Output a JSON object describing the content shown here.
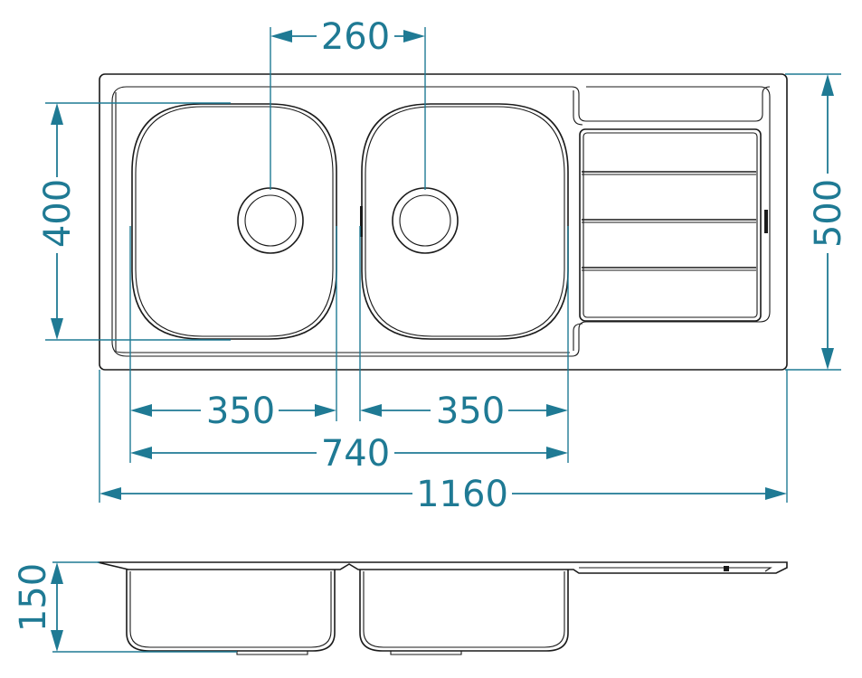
{
  "dimensions": {
    "drain_spacing": "260",
    "bowl_depth": "400",
    "overall_depth": "500",
    "left_bowl_width": "350",
    "right_bowl_width": "350",
    "bowls_width": "740",
    "overall_width": "1160",
    "sink_height": "150"
  },
  "colors": {
    "dimension": "#1f7a94",
    "outline": "#1a1a1a"
  }
}
